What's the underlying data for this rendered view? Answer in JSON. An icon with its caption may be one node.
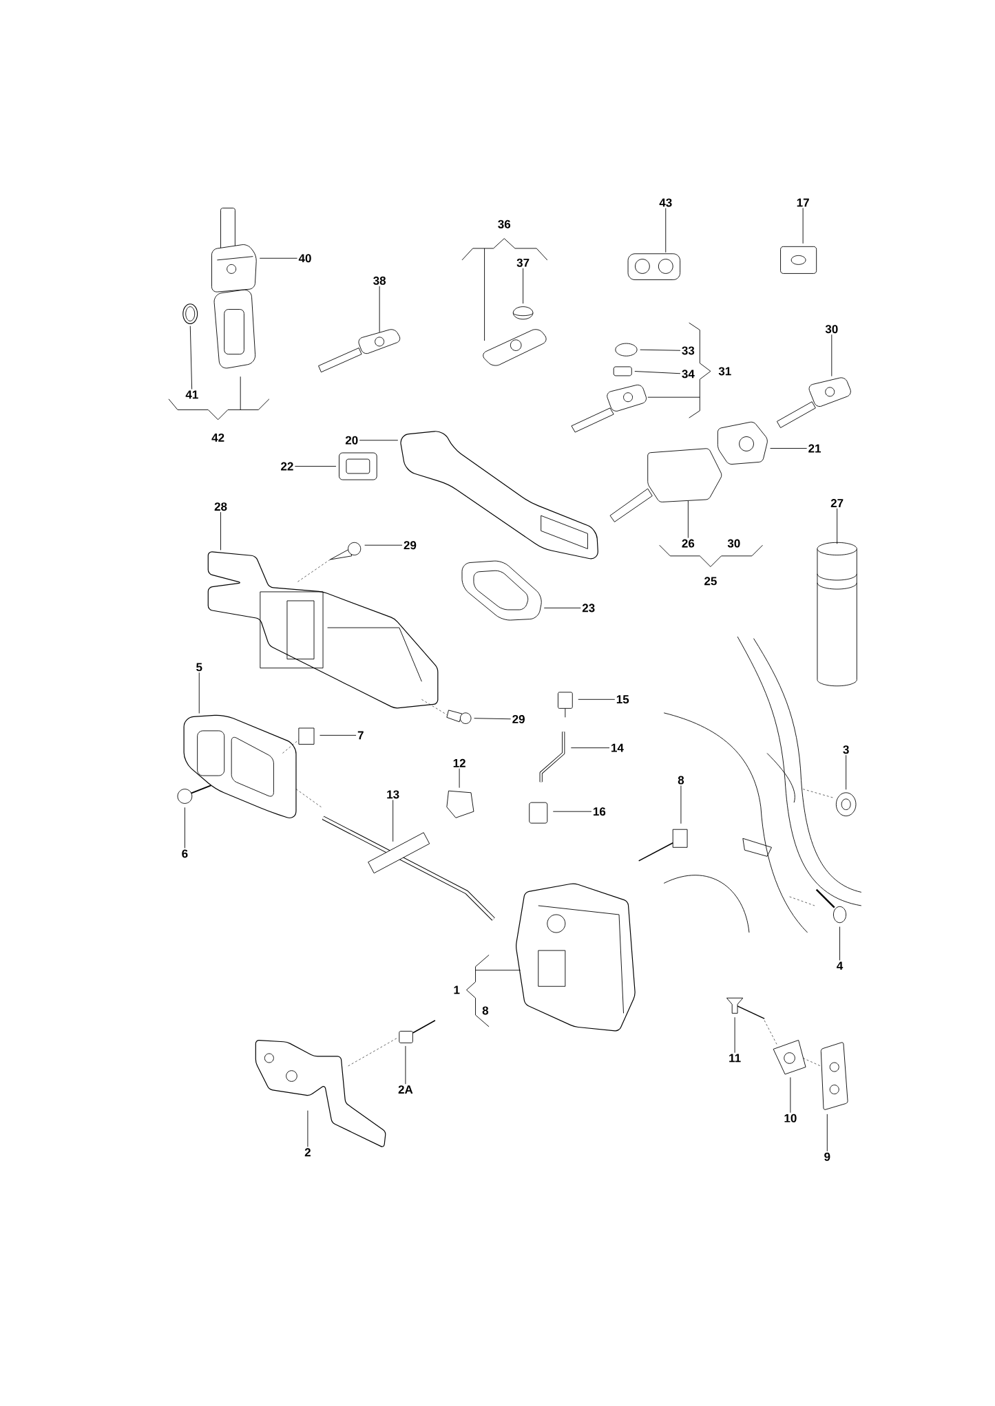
{
  "diagram": {
    "nodes": [
      {
        "text": [
          "40"
        ]
      },
      {
        "text": [],
        "shape": "picture"
      },
      {
        "text": [
          "41"
        ]
      },
      {
        "text": [],
        "shape": "picture"
      },
      {
        "text": [
          "38"
        ]
      },
      {
        "text": [],
        "shape": "picture"
      },
      {
        "text": [
          "37"
        ]
      },
      {
        "text": [],
        "shape": "picture"
      },
      {
        "text": [
          "43"
        ]
      },
      {
        "text": [],
        "shape": "picture"
      },
      {
        "text": [
          "17"
        ]
      },
      {
        "text": [],
        "shape": "picture"
      },
      {
        "text": [
          "33"
        ]
      },
      {
        "text": [],
        "shape": "circle"
      },
      {
        "text": [
          "34"
        ]
      },
      {
        "text": [],
        "shape": "box"
      },
      {
        "text": [
          "30"
        ]
      },
      {
        "text": [],
        "shape": "picture"
      },
      {
        "text": [
          "20"
        ]
      },
      {
        "text": [],
        "shape": "picture"
      },
      {
        "text": [
          "22"
        ]
      },
      {
        "text": [],
        "shape": "picture"
      },
      {
        "text": [
          "21"
        ]
      },
      {
        "text": [],
        "shape": "picture"
      },
      {
        "text": [
          "26"
        ]
      },
      {
        "text": [],
        "shape": "picture"
      },
      {
        "text": [
          "27"
        ]
      },
      {
        "text": [],
        "shape": "picture"
      },
      {
        "text": [
          "28"
        ]
      },
      {
        "text": [],
        "shape": "picture"
      },
      {
        "text": [
          "29"
        ]
      },
      {
        "text": [],
        "shape": "picture"
      },
      {
        "text": [
          "23"
        ]
      },
      {
        "text": [],
        "shape": "picture"
      },
      {
        "text": [
          "5"
        ]
      },
      {
        "text": [],
        "shape": "picture"
      },
      {
        "text": [
          "15"
        ]
      },
      {
        "text": [],
        "shape": "picture"
      },
      {
        "text": [
          "29"
        ]
      },
      {
        "text": [],
        "shape": "picture"
      },
      {
        "text": [
          "7"
        ]
      },
      {
        "text": [],
        "shape": "box"
      },
      {
        "text": [
          "14"
        ]
      },
      {
        "text": [],
        "shape": "picture"
      },
      {
        "text": [
          "12"
        ]
      },
      {
        "text": [],
        "shape": "picture"
      },
      {
        "text": [
          "13"
        ]
      },
      {
        "text": [],
        "shape": "picture"
      },
      {
        "text": [
          "8"
        ]
      },
      {
        "text": [],
        "shape": "picture"
      },
      {
        "text": [
          "3"
        ]
      },
      {
        "text": [],
        "shape": "picture"
      },
      {
        "text": [
          "16"
        ]
      },
      {
        "text": [],
        "shape": "box"
      },
      {
        "text": [
          "6"
        ]
      },
      {
        "text": [],
        "shape": "picture"
      },
      {
        "text": [
          "4"
        ]
      },
      {
        "text": [],
        "shape": "picture"
      },
      {
        "text": [
          "11"
        ]
      },
      {
        "text": [],
        "shape": "picture"
      },
      {
        "text": [
          "2A"
        ]
      },
      {
        "text": [],
        "shape": "picture"
      },
      {
        "text": [
          "10"
        ]
      },
      {
        "text": [],
        "shape": "picture"
      },
      {
        "text": [
          "2"
        ]
      },
      {
        "text": [],
        "shape": "picture"
      },
      {
        "text": [
          "9"
        ]
      },
      {
        "text": [],
        "shape": "picture"
      }
    ],
    "edges": [
      {
        "from": 0,
        "to": 1,
        "arrow": "none"
      },
      {
        "from": 2,
        "to": 3,
        "arrow": "none"
      },
      {
        "from": 4,
        "to": 5,
        "arrow": "none"
      },
      {
        "from": 6,
        "to": 7,
        "arrow": "none"
      },
      {
        "from": 8,
        "to": 9,
        "arrow": "none"
      },
      {
        "from": 10,
        "to": 11,
        "arrow": "none"
      },
      {
        "from": 12,
        "to": 13,
        "arrow": "none"
      },
      {
        "from": 14,
        "to": 15,
        "arrow": "none"
      },
      {
        "from": 16,
        "to": 17,
        "arrow": "none"
      },
      {
        "from": 18,
        "to": 19,
        "arrow": "none"
      },
      {
        "from": 20,
        "to": 21,
        "arrow": "none"
      },
      {
        "from": 22,
        "to": 23,
        "arrow": "none"
      },
      {
        "from": 24,
        "to": 25,
        "arrow": "none"
      },
      {
        "from": 26,
        "to": 27,
        "arrow": "none"
      },
      {
        "from": 28,
        "to": 29,
        "arrow": "none"
      },
      {
        "from": 30,
        "to": 31,
        "arrow": "none"
      },
      {
        "from": 32,
        "to": 33,
        "arrow": "none"
      },
      {
        "from": 34,
        "to": 35,
        "arrow": "none"
      },
      {
        "from": 36,
        "to": 37,
        "arrow": "none"
      },
      {
        "from": 38,
        "to": 39,
        "arrow": "none"
      },
      {
        "from": 40,
        "to": 41,
        "arrow": "none"
      },
      {
        "from": 42,
        "to": 43,
        "arrow": "none"
      },
      {
        "from": 44,
        "to": 45,
        "arrow": "none"
      },
      {
        "from": 46,
        "to": 47,
        "arrow": "none"
      },
      {
        "from": 48,
        "to": 49,
        "arrow": "none"
      },
      {
        "from": 50,
        "to": 51,
        "arrow": "none"
      },
      {
        "from": 52,
        "to": 53,
        "arrow": "none"
      },
      {
        "from": 54,
        "to": 55,
        "arrow": "none"
      },
      {
        "from": 56,
        "to": 57,
        "arrow": "none"
      },
      {
        "from": 58,
        "to": 59,
        "arrow": "none"
      },
      {
        "from": 60,
        "to": 61,
        "arrow": "none"
      },
      {
        "from": 62,
        "to": 63,
        "arrow": "none"
      },
      {
        "from": 64,
        "to": 65,
        "arrow": "none"
      },
      {
        "from": 66,
        "to": 67,
        "arrow": "none"
      },
      {
        "from": 31,
        "to": 29,
        "arrow": "none",
        "style": "dashed"
      },
      {
        "from": 29,
        "to": 39,
        "arrow": "none",
        "style": "dashed"
      },
      {
        "from": 35,
        "to": 41,
        "arrow": "none",
        "style": "dashed"
      },
      {
        "from": 35,
        "to": 47,
        "arrow": "none",
        "style": "dashed"
      },
      {
        "from": 61,
        "to": 65,
        "arrow": "none",
        "style": "dashed"
      },
      {
        "from": 59,
        "to": 63,
        "arrow": "none",
        "style": "dashed"
      },
      {
        "from": 63,
        "to": 67,
        "arrow": "none",
        "style": "dashed"
      }
    ],
    "labels": [
      "36",
      "31",
      "42",
      "30",
      "25",
      "1",
      "8"
    ]
  }
}
